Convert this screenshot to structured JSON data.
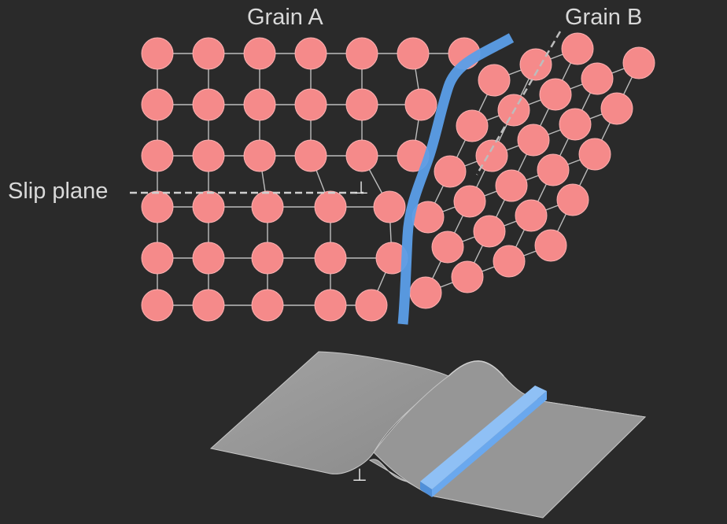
{
  "labels": {
    "grain_a": "Grain A",
    "grain_b": "Grain B",
    "slip_plane": "Slip plane"
  },
  "symbols": {
    "dislocation": "⊥"
  },
  "colors": {
    "background": "#2a2a2a",
    "atom": "#f58a8a",
    "atom_stroke": "#fbb0b0",
    "bond": "#bdbdbd",
    "grain_boundary": "#5b9ee8",
    "surface": "#9b9b9b",
    "label": "#d9d9d9"
  }
}
